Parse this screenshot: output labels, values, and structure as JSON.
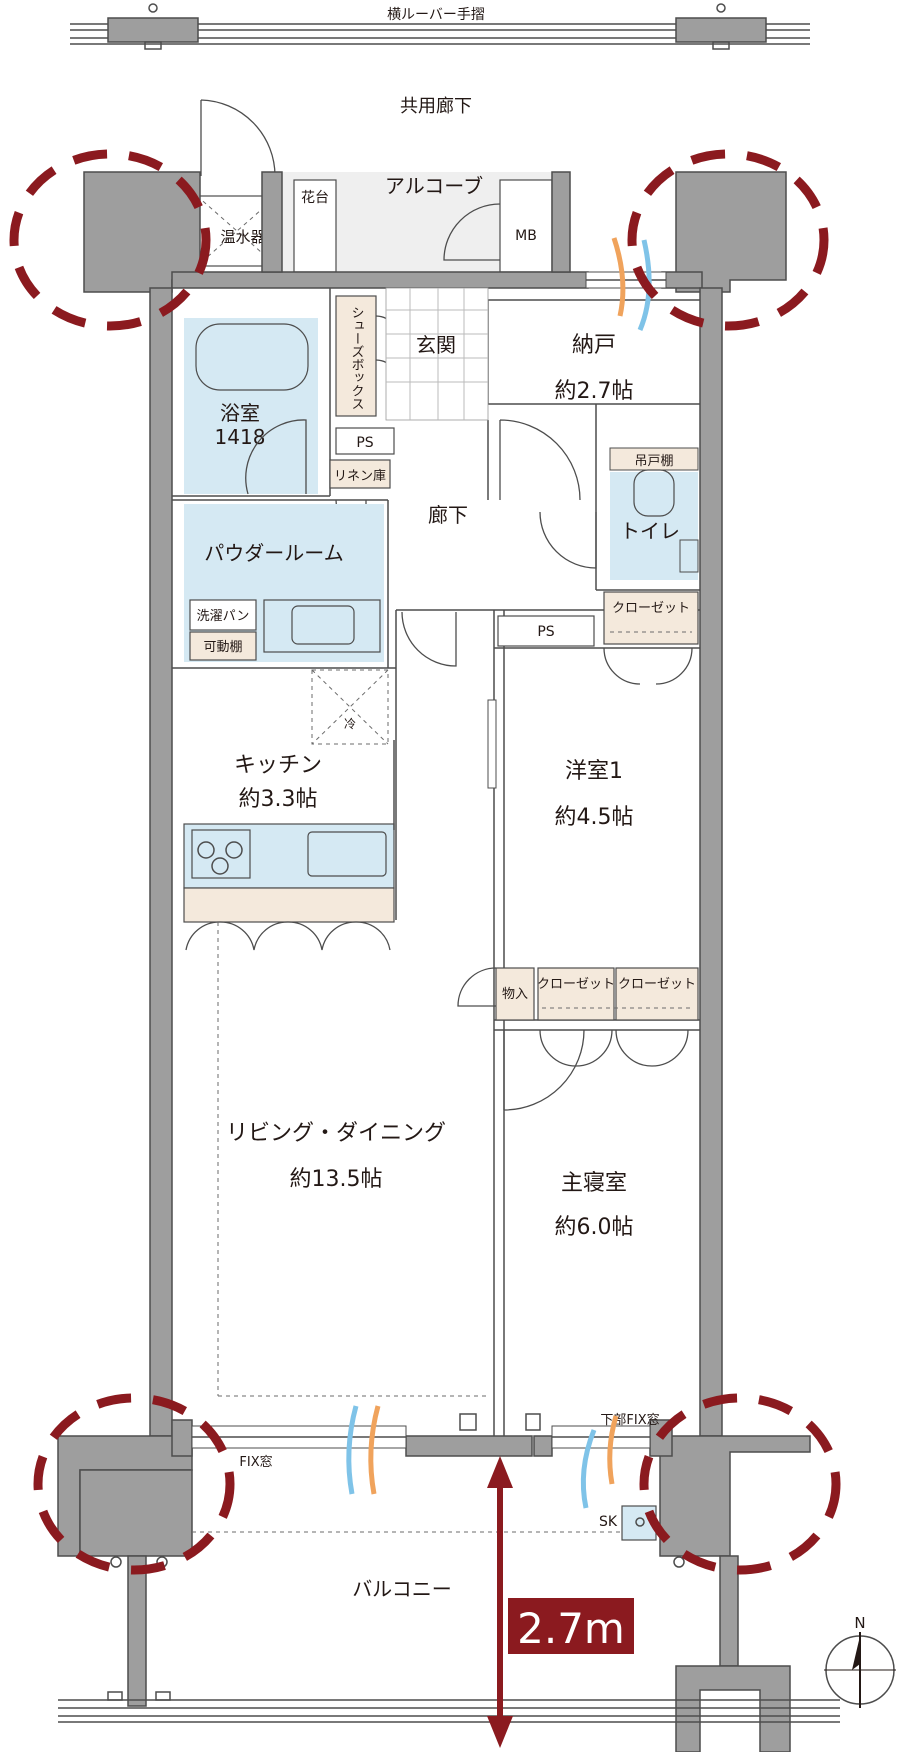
{
  "labels": {
    "railing": "横ルーバー手摺",
    "corridor_shared": "共用廊下",
    "alcove": "アルコーブ",
    "flower_bed": "花台",
    "water_heater": "温水器",
    "mb": "MB",
    "entrance": "玄関",
    "shoe_box": "シューズボックス",
    "storage_room": "納戸",
    "storage_room_size": "約2.7帖",
    "bathroom": "浴室",
    "bathroom_size": "1418",
    "ps": "PS",
    "linen": "リネン庫",
    "hallway": "廊下",
    "toilet": "トイレ",
    "hanging_shelf": "吊戸棚",
    "powder_room": "パウダールーム",
    "washer_pan": "洗濯パン",
    "movable_shelf": "可動棚",
    "closet": "クローゼット",
    "fridge": "冷",
    "kitchen": "キッチン",
    "kitchen_size": "約3.3帖",
    "western_room": "洋室1",
    "western_room_size": "約4.5帖",
    "storage": "物入",
    "living": "リビング・ダイニング",
    "living_size": "約13.5帖",
    "master_bedroom": "主寝室",
    "master_bedroom_size": "約6.0帖",
    "fix_window": "FIX窓",
    "lower_fix_window": "下部FIX窓",
    "sk": "SK",
    "balcony": "バルコニー",
    "balcony_depth": "2.7m",
    "north": "N"
  },
  "colors": {
    "wall": "#9e9e9e",
    "wet_area": "#d5e9f3",
    "storage": "#f4e9dc",
    "highlight": "#8b1a1f",
    "airflow_blue": "#7fc3e8",
    "airflow_orange": "#f0a35c"
  }
}
